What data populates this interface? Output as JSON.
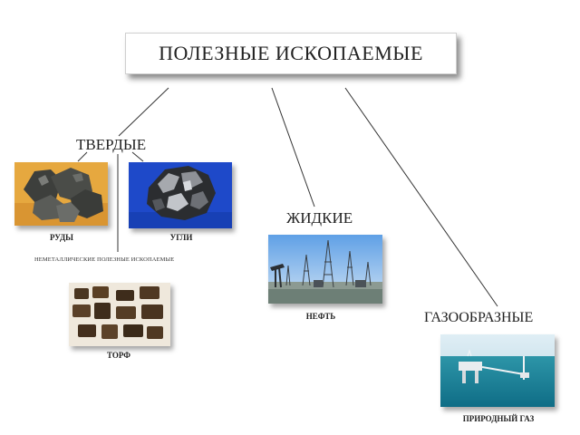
{
  "root": {
    "title": "ПОЛЕЗНЫЕ ИСКОПАЕМЫЕ"
  },
  "categories": {
    "solid": "ТВЕРДЫЕ",
    "liquid": "ЖИДКИЕ",
    "gas": "ГАЗООБРАЗНЫЕ"
  },
  "items": {
    "ores": "РУДЫ",
    "coal": "УГЛИ",
    "nonmetallic": "НЕМЕТАЛЛИЧЕСКИЕ ПОЛЕЗНЫЕ ИСКОПАЕМЫЕ",
    "peat": "ТОРФ",
    "oil": "НЕФТЬ",
    "natural_gas": "ПРИРОДНЫЙ ГАЗ"
  }
}
